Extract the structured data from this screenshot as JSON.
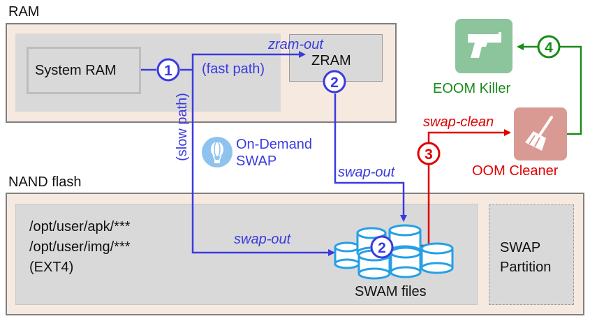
{
  "regions": {
    "ram_label": "RAM",
    "nand_label": "NAND flash"
  },
  "nodes": {
    "system_ram": "System RAM",
    "zram": "ZRAM",
    "file_paths": [
      "/opt/user/apk/***",
      "/opt/user/img/***",
      "(EXT4)"
    ],
    "swam_files": "SWAM files",
    "swap_partition": [
      "SWAP",
      "Partition"
    ],
    "on_demand_swap": [
      "On-Demand",
      "SWAP"
    ],
    "eoom_killer": "EOOM Killer",
    "oom_cleaner": "OOM Cleaner"
  },
  "edges": {
    "zram_out": "zram-out",
    "fast_path": "(fast path)",
    "slow_path": "(slow path)",
    "swap_out_zram": "swap-out",
    "swap_out_files": "swap-out",
    "swap_clean": "swap-clean"
  },
  "steps": {
    "one": "1",
    "two_zram": "2",
    "two_files": "2",
    "three": "3",
    "four": "4"
  },
  "colors": {
    "blue": "#3a3ae0",
    "red": "#e00000",
    "green": "#1a8a1a",
    "region_fill": "#f6e9e0",
    "box_fill": "#d9d9d9",
    "cylinder_blue": "#25a0e6"
  },
  "icons": {
    "eoom_killer": "pistol-icon",
    "oom_cleaner": "broom-icon",
    "on_demand_swap": "balloon-icon",
    "swam_files": "cylinder-stack-icon"
  }
}
